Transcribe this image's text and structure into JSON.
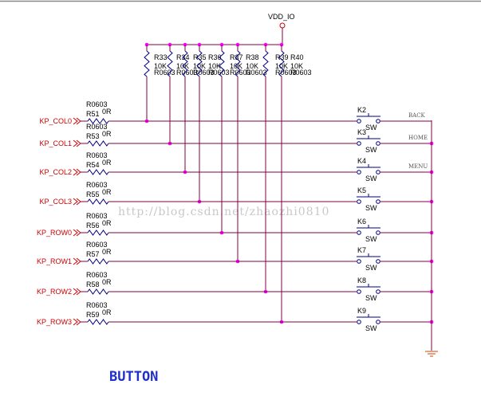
{
  "title": "BUTTON",
  "watermark": "http://blog.csdn.net/zhaozhi0810",
  "power_label": "VDD_IO",
  "colors": {
    "wire": "#800040",
    "junction": "#ff00ff",
    "port": "#cc0000",
    "label": "#000080",
    "component": "#000080",
    "ground": "#cc4400",
    "title": "#2030c8"
  },
  "pullups": [
    {
      "ref": "R33",
      "value": "10K",
      "footprint": "R0603"
    },
    {
      "ref": "R34",
      "value": "10K",
      "footprint": "R0603"
    },
    {
      "ref": "R35",
      "value": "10K",
      "footprint": "R0603"
    },
    {
      "ref": "R36",
      "value": "10K",
      "footprint": "R0603"
    },
    {
      "ref": "R37",
      "value": "10K",
      "footprint": "R0603"
    },
    {
      "ref": "R38",
      "value": "10K",
      "footprint": "R0603"
    },
    {
      "ref": "R39",
      "value": "10K",
      "footprint": "R0603"
    },
    {
      "ref": "R40",
      "value": "10K",
      "footprint": "R0603"
    }
  ],
  "rows": [
    {
      "port": "KP_COL0",
      "r_fp": "R0603",
      "r_ref": "R51",
      "r_val": "0R",
      "key": "K2",
      "sw": "SW",
      "func": "BACK"
    },
    {
      "port": "KP_COL1",
      "r_fp": "R0603",
      "r_ref": "R53",
      "r_val": "0R",
      "key": "K3",
      "sw": "SW",
      "func": "HOME"
    },
    {
      "port": "KP_COL2",
      "r_fp": "R0603",
      "r_ref": "R54",
      "r_val": "0R",
      "key": "K4",
      "sw": "SW",
      "func": "MENU"
    },
    {
      "port": "KP_COL3",
      "r_fp": "R0603",
      "r_ref": "R55",
      "r_val": "0R",
      "key": "K5",
      "sw": "SW",
      "func": ""
    },
    {
      "port": "KP_ROW0",
      "r_fp": "R0603",
      "r_ref": "R56",
      "r_val": "0R",
      "key": "K6",
      "sw": "SW",
      "func": ""
    },
    {
      "port": "KP_ROW1",
      "r_fp": "R0603",
      "r_ref": "R57",
      "r_val": "0R",
      "key": "K7",
      "sw": "SW",
      "func": ""
    },
    {
      "port": "KP_ROW2",
      "r_fp": "R0603",
      "r_ref": "R58",
      "r_val": "0R",
      "key": "K8",
      "sw": "SW",
      "func": ""
    },
    {
      "port": "KP_ROW3",
      "r_fp": "R0603",
      "r_ref": "R59",
      "r_val": "0R",
      "key": "K9",
      "sw": "SW",
      "func": ""
    }
  ]
}
